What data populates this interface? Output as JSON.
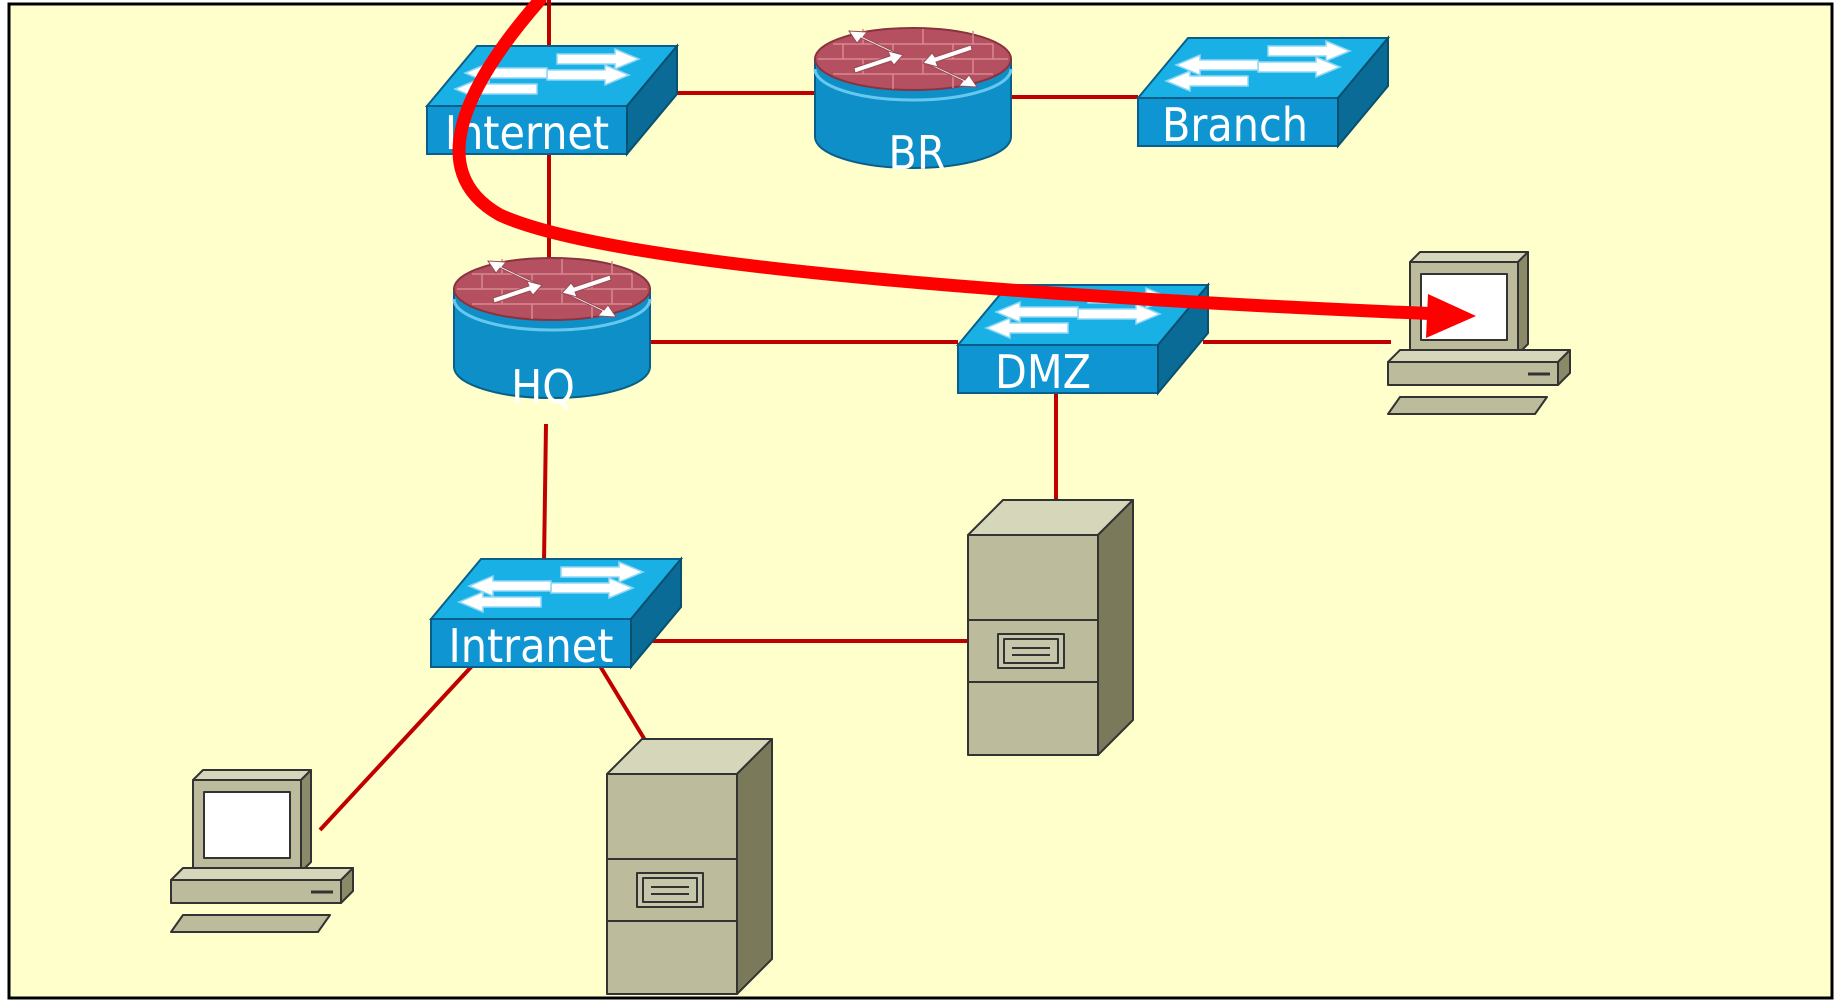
{
  "canvas": {
    "background": "#ffffcc",
    "border": "#000000"
  },
  "colors": {
    "link": "#c00000",
    "path_arrow": "#ff0000",
    "switch_top": "#19b0e6",
    "switch_front": "#0f95d2",
    "switch_side": "#0b6b97",
    "router_top": "#b4505f",
    "router_body": "#0f8fc7",
    "device_beige": "#bcbc9c",
    "device_dark": "#7a7a5a",
    "screen": "#ffffff"
  },
  "devices": {
    "internet_switch": {
      "label": "Internet",
      "icon": "switch-icon"
    },
    "br_router": {
      "label": "BR",
      "icon": "router-icon"
    },
    "branch_switch": {
      "label": "Branch",
      "icon": "switch-icon"
    },
    "hq_router": {
      "label": "HQ",
      "icon": "router-icon"
    },
    "dmz_switch": {
      "label": "DMZ",
      "icon": "switch-icon"
    },
    "intranet_switch": {
      "label": "Intranet",
      "icon": "switch-icon"
    },
    "dmz_pc": {
      "icon": "workstation-icon"
    },
    "dmz_server": {
      "icon": "server-icon"
    },
    "intranet_pc": {
      "icon": "workstation-icon"
    },
    "intranet_server": {
      "icon": "server-icon"
    }
  }
}
